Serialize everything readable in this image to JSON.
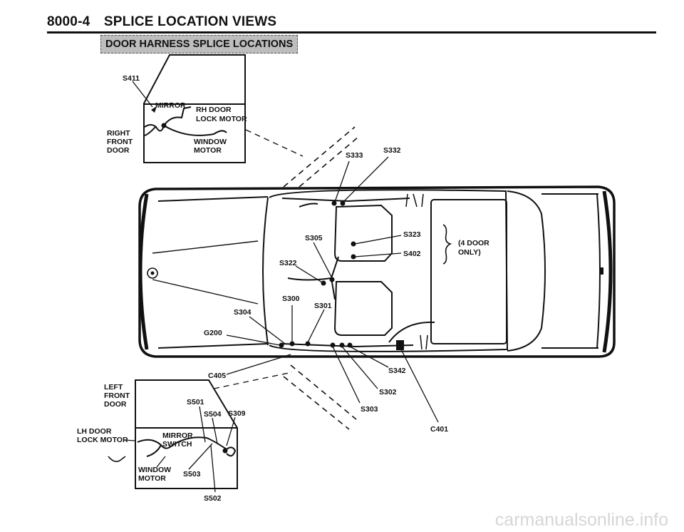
{
  "header": {
    "section_number": "8000-4",
    "section_title": "SPLICE LOCATION VIEWS",
    "subtitle": "DOOR HARNESS SPLICE LOCATIONS"
  },
  "right_door_detail": {
    "splice": "S411",
    "mirror": "MIRROR",
    "lock_motor_line1": "RH DOOR",
    "lock_motor_line2": "LOCK MOTOR",
    "door_line1": "RIGHT",
    "door_line2": "FRONT",
    "door_line3": "DOOR",
    "window_line1": "WINDOW",
    "window_line2": "MOTOR"
  },
  "car_labels": {
    "s333": "S333",
    "s332": "S332",
    "s305": "S305",
    "s323": "S323",
    "s402": "S402",
    "four_door_line1": "(4 DOOR",
    "four_door_line2": "ONLY)",
    "s322": "S322",
    "s300": "S300",
    "s301": "S301",
    "s304": "S304",
    "g200": "G200",
    "c405": "C405",
    "s342": "S342",
    "s302": "S302",
    "s303": "S303",
    "c401": "C401"
  },
  "left_door_detail": {
    "door_line1": "LEFT",
    "door_line2": "FRONT",
    "door_line3": "DOOR",
    "lock_motor_line1": "LH DOOR",
    "lock_motor_line2": "LOCK MOTOR",
    "s501": "S501",
    "s504": "S504",
    "s309": "S309",
    "mirror_switch_line1": "MIRROR",
    "mirror_switch_line2": "SWITCH",
    "window_line1": "WINDOW",
    "window_line2": "MOTOR",
    "s503": "S503",
    "s502": "S502"
  },
  "watermark": "carmanualsonline.info"
}
